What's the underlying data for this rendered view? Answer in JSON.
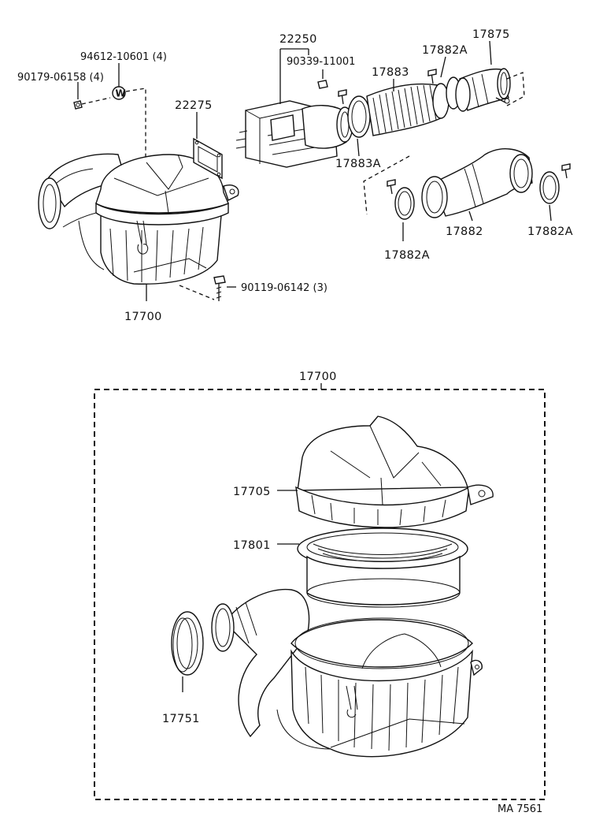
{
  "labels": {
    "p94612": "94612-10601 (4)",
    "p90179": "90179-06158 (4)",
    "p22250": "22250",
    "p90339": "90339-11001",
    "p17883": "17883",
    "p17882A_top": "17882A",
    "p17875": "17875",
    "p22275": "22275",
    "p17883A": "17883A",
    "p17882A_left": "17882A",
    "p17882": "17882",
    "p17882A_right": "17882A",
    "p90119": "90119-06142 (3)",
    "p17700_top": "17700",
    "p17700_box": "17700",
    "p17705": "17705",
    "p17801": "17801",
    "p17751": "17751",
    "washer_mark": "W",
    "code": "MA 7561"
  }
}
